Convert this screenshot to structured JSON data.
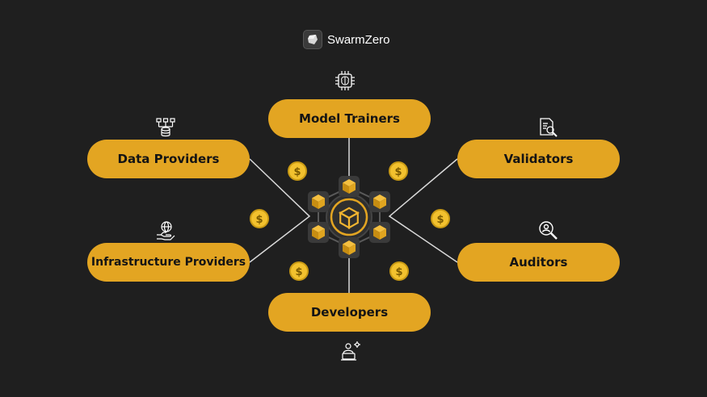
{
  "brand": {
    "name": "SwarmZero",
    "icon": "swarmzero-logo-icon"
  },
  "roles": {
    "model_trainers": {
      "label": "Model Trainers",
      "icon": "cpu-brain-icon"
    },
    "data_providers": {
      "label": "Data Providers",
      "icon": "database-network-icon"
    },
    "validators": {
      "label": "Validators",
      "icon": "document-search-icon"
    },
    "infrastructure_providers": {
      "label": "Infrastructure Providers",
      "icon": "hand-globe-icon"
    },
    "auditors": {
      "label": "Auditors",
      "icon": "magnifier-person-icon"
    },
    "developers": {
      "label": "Developers",
      "icon": "developer-laptop-icon"
    }
  },
  "coin_symbol": "$",
  "colors": {
    "background": "#1f1f1f",
    "accent": "#e3a522",
    "coin": "#f2c12e",
    "line": "#d9d9d9",
    "hub": "#3a3a3a"
  }
}
